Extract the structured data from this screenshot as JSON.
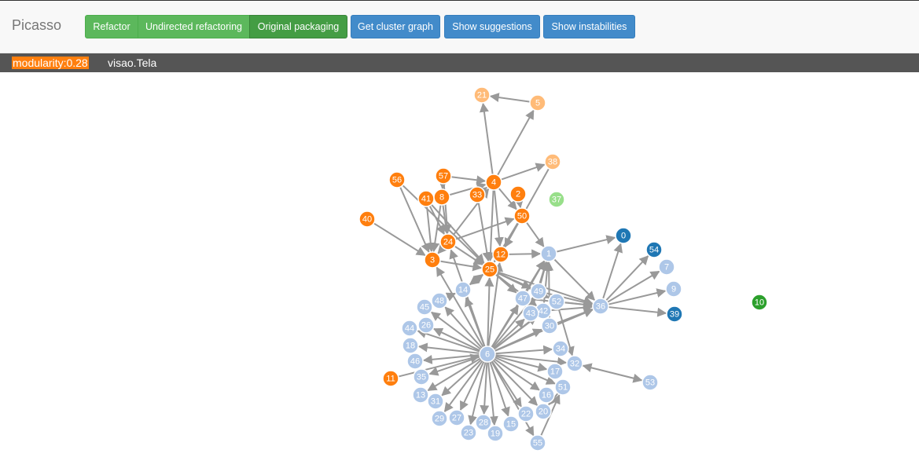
{
  "app": {
    "title": "Picasso"
  },
  "toolbar": {
    "refactor_label": "Refactor",
    "undirected_label": "Undirected refactoring",
    "original_label": "Original packaging",
    "cluster_label": "Get cluster graph",
    "suggestions_label": "Show suggestions",
    "instabilities_label": "Show instabilities"
  },
  "status": {
    "modularity": "modularity:0.28",
    "selected_class": "visao.Tela"
  },
  "colors": {
    "orange": "#ff7f0e",
    "light_orange": "#ffbb78",
    "light_blue": "#aec7e8",
    "dark_blue": "#1f77b4",
    "green": "#2ca02c",
    "light_green": "#98df8a",
    "edge": "#999999"
  },
  "graph": {
    "nodes": [
      {
        "id": "21",
        "color": "light_orange"
      },
      {
        "id": "5",
        "color": "light_orange"
      },
      {
        "id": "38",
        "color": "light_orange"
      },
      {
        "id": "4",
        "color": "orange"
      },
      {
        "id": "57",
        "color": "orange"
      },
      {
        "id": "56",
        "color": "orange"
      },
      {
        "id": "41",
        "color": "orange"
      },
      {
        "id": "8",
        "color": "orange"
      },
      {
        "id": "33",
        "color": "orange"
      },
      {
        "id": "2",
        "color": "orange"
      },
      {
        "id": "37",
        "color": "light_green"
      },
      {
        "id": "50",
        "color": "orange"
      },
      {
        "id": "40",
        "color": "orange"
      },
      {
        "id": "24",
        "color": "orange"
      },
      {
        "id": "0",
        "color": "dark_blue"
      },
      {
        "id": "54",
        "color": "dark_blue"
      },
      {
        "id": "3",
        "color": "orange"
      },
      {
        "id": "12",
        "color": "orange"
      },
      {
        "id": "1",
        "color": "light_blue"
      },
      {
        "id": "7",
        "color": "light_blue"
      },
      {
        "id": "25",
        "color": "orange"
      },
      {
        "id": "14",
        "color": "light_blue"
      },
      {
        "id": "9",
        "color": "light_blue"
      },
      {
        "id": "49",
        "color": "light_blue"
      },
      {
        "id": "48",
        "color": "light_blue"
      },
      {
        "id": "47",
        "color": "light_blue"
      },
      {
        "id": "52",
        "color": "light_blue"
      },
      {
        "id": "45",
        "color": "light_blue"
      },
      {
        "id": "36",
        "color": "light_blue"
      },
      {
        "id": "10",
        "color": "green"
      },
      {
        "id": "42",
        "color": "light_blue"
      },
      {
        "id": "43",
        "color": "light_blue"
      },
      {
        "id": "39",
        "color": "dark_blue"
      },
      {
        "id": "26",
        "color": "light_blue"
      },
      {
        "id": "30",
        "color": "light_blue"
      },
      {
        "id": "44",
        "color": "light_blue"
      },
      {
        "id": "18",
        "color": "light_blue"
      },
      {
        "id": "34",
        "color": "light_blue"
      },
      {
        "id": "6",
        "color": "light_blue"
      },
      {
        "id": "46",
        "color": "light_blue"
      },
      {
        "id": "32",
        "color": "light_blue"
      },
      {
        "id": "17",
        "color": "light_blue"
      },
      {
        "id": "35",
        "color": "light_blue"
      },
      {
        "id": "11",
        "color": "orange"
      },
      {
        "id": "53",
        "color": "light_blue"
      },
      {
        "id": "51",
        "color": "light_blue"
      },
      {
        "id": "13",
        "color": "light_blue"
      },
      {
        "id": "16",
        "color": "light_blue"
      },
      {
        "id": "31",
        "color": "light_blue"
      },
      {
        "id": "20",
        "color": "light_blue"
      },
      {
        "id": "22",
        "color": "light_blue"
      },
      {
        "id": "27",
        "color": "light_blue"
      },
      {
        "id": "29",
        "color": "light_blue"
      },
      {
        "id": "28",
        "color": "light_blue"
      },
      {
        "id": "15",
        "color": "light_blue"
      },
      {
        "id": "23",
        "color": "light_blue"
      },
      {
        "id": "19",
        "color": "light_blue"
      },
      {
        "id": "55",
        "color": "light_blue"
      }
    ],
    "edges": [
      [
        "5",
        "21"
      ],
      [
        "4",
        "21"
      ],
      [
        "4",
        "5"
      ],
      [
        "4",
        "38"
      ],
      [
        "57",
        "4"
      ],
      [
        "8",
        "4"
      ],
      [
        "33",
        "4"
      ],
      [
        "57",
        "8"
      ],
      [
        "56",
        "3"
      ],
      [
        "41",
        "3"
      ],
      [
        "8",
        "3"
      ],
      [
        "41",
        "24"
      ],
      [
        "8",
        "24"
      ],
      [
        "57",
        "24"
      ],
      [
        "40",
        "3"
      ],
      [
        "24",
        "3"
      ],
      [
        "24",
        "25"
      ],
      [
        "24",
        "50"
      ],
      [
        "24",
        "4"
      ],
      [
        "3",
        "25"
      ],
      [
        "41",
        "25"
      ],
      [
        "56",
        "25"
      ],
      [
        "33",
        "25"
      ],
      [
        "4",
        "25"
      ],
      [
        "4",
        "12"
      ],
      [
        "4",
        "50"
      ],
      [
        "2",
        "50"
      ],
      [
        "50",
        "12"
      ],
      [
        "50",
        "25"
      ],
      [
        "50",
        "1"
      ],
      [
        "38",
        "12"
      ],
      [
        "12",
        "1"
      ],
      [
        "1",
        "0"
      ],
      [
        "1",
        "36"
      ],
      [
        "36",
        "0"
      ],
      [
        "36",
        "54"
      ],
      [
        "36",
        "7"
      ],
      [
        "36",
        "9"
      ],
      [
        "36",
        "39"
      ],
      [
        "25",
        "14"
      ],
      [
        "25",
        "47"
      ],
      [
        "25",
        "49"
      ],
      [
        "25",
        "52"
      ],
      [
        "25",
        "36"
      ],
      [
        "25",
        "42"
      ],
      [
        "47",
        "36"
      ],
      [
        "49",
        "36"
      ],
      [
        "52",
        "36"
      ],
      [
        "42",
        "36"
      ],
      [
        "30",
        "36"
      ],
      [
        "43",
        "1"
      ],
      [
        "47",
        "1"
      ],
      [
        "49",
        "1"
      ],
      [
        "42",
        "1"
      ],
      [
        "30",
        "1"
      ],
      [
        "52",
        "32"
      ],
      [
        "32",
        "53"
      ],
      [
        "53",
        "32"
      ],
      [
        "6",
        "25"
      ],
      [
        "6",
        "12"
      ],
      [
        "6",
        "1"
      ],
      [
        "6",
        "3"
      ],
      [
        "6",
        "24"
      ],
      [
        "6",
        "14"
      ],
      [
        "6",
        "48"
      ],
      [
        "6",
        "45"
      ],
      [
        "6",
        "26"
      ],
      [
        "6",
        "44"
      ],
      [
        "6",
        "18"
      ],
      [
        "6",
        "46"
      ],
      [
        "6",
        "35"
      ],
      [
        "6",
        "13"
      ],
      [
        "6",
        "31"
      ],
      [
        "6",
        "29"
      ],
      [
        "6",
        "27"
      ],
      [
        "6",
        "23"
      ],
      [
        "6",
        "28"
      ],
      [
        "6",
        "19"
      ],
      [
        "6",
        "15"
      ],
      [
        "6",
        "22"
      ],
      [
        "6",
        "20"
      ],
      [
        "6",
        "16"
      ],
      [
        "6",
        "51"
      ],
      [
        "6",
        "17"
      ],
      [
        "6",
        "32"
      ],
      [
        "6",
        "34"
      ],
      [
        "6",
        "30"
      ],
      [
        "6",
        "43"
      ],
      [
        "6",
        "42"
      ],
      [
        "6",
        "47"
      ],
      [
        "6",
        "49"
      ],
      [
        "6",
        "52"
      ],
      [
        "6",
        "36"
      ],
      [
        "11",
        "6"
      ],
      [
        "6",
        "55"
      ],
      [
        "55",
        "51"
      ],
      [
        "51",
        "20"
      ],
      [
        "48",
        "14"
      ],
      [
        "14",
        "25"
      ]
    ]
  }
}
